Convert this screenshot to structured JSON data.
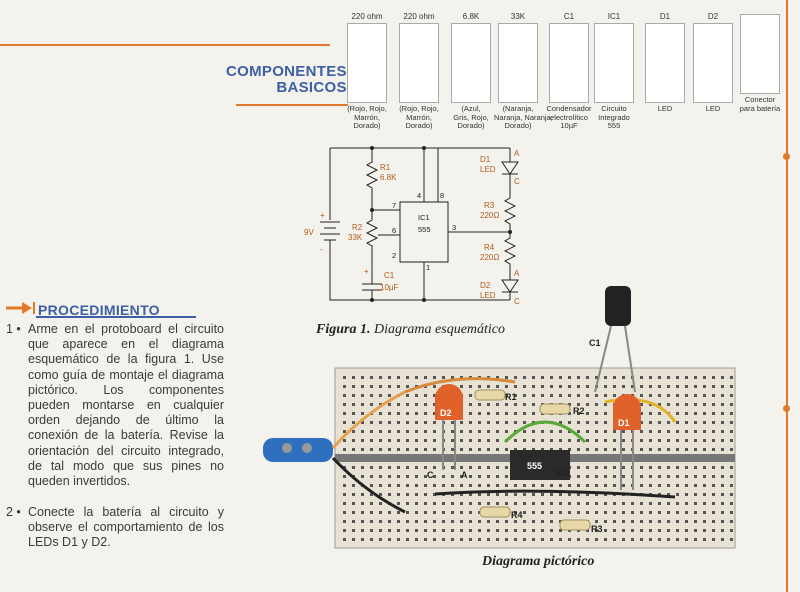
{
  "components": {
    "title_line1": "COMPONENTES",
    "title_line2": "BASICOS",
    "items": [
      {
        "top": "220 ohm",
        "caption": [
          "(Rojo, Rojo,",
          "Marrón,",
          "Dorado)"
        ]
      },
      {
        "top": "220 ohm",
        "caption": [
          "(Rojo, Rojo,",
          "Marrón,",
          "Dorado)"
        ]
      },
      {
        "top": "6.8K",
        "caption": [
          "(Azul,",
          "Gris, Rojo,",
          "Dorado)"
        ]
      },
      {
        "top": "33K",
        "caption": [
          "(Naranja,",
          "Naranja, Naranja,",
          "Dorado)"
        ]
      },
      {
        "top": "C1",
        "caption": [
          "Condensador",
          "electrolítico",
          "10µF"
        ]
      },
      {
        "top": "IC1",
        "caption": [
          "Circuito",
          "Integrado",
          "555"
        ]
      },
      {
        "top": "D1",
        "caption": [
          "LED"
        ]
      },
      {
        "top": "D2",
        "caption": [
          "LED"
        ]
      },
      {
        "top": "",
        "caption": [
          "Conector",
          "para batería"
        ]
      }
    ]
  },
  "schematic": {
    "r1": "R1",
    "r1_val": "6.8K",
    "r2": "R2",
    "r2_val": "33K",
    "r3": "R3",
    "r3_val": "220Ω",
    "r4": "R4",
    "r4_val": "220Ω",
    "c1": "C1",
    "c1_val": "10µF",
    "d1": "D1",
    "d1_sub": "LED",
    "d2": "D2",
    "d2_sub": "LED",
    "battery": "9V",
    "ic": "IC1",
    "ic_val": "555",
    "pins": {
      "p4": "4",
      "p8": "8",
      "p7": "7",
      "p6": "6",
      "p2": "2",
      "p3": "3",
      "p1": "1"
    },
    "anode": "A",
    "cathode": "C",
    "plus": "+",
    "minus": "-"
  },
  "figure1_caption_bold": "Figura 1.",
  "figure1_caption_rest": " Diagrama esquemático",
  "procedure": {
    "heading": "PROCEDIMIENTO",
    "step1_num": "1 •",
    "step1": "Arme en el protoboard el circuito que aparece en el diagrama esquemático de la figura 1. Use como guía de montaje el diagrama pictórico. Los componentes pueden montarse en cualquier orden dejando de último la conexión de la batería. Revise la orientación del circuito integrado, de tal modo que sus pines no queden invertidos.",
    "step2_num": "2 •",
    "step2": "Conecte la batería al circuito y observe el comportamiento de los LEDs D1 y D2."
  },
  "pictorial": {
    "caption": "Diagrama pictórico",
    "c1": "C1",
    "d1": "D1",
    "d2": "D2",
    "r1": "R1",
    "r2": "R2",
    "r3": "R3",
    "r4": "R4",
    "ic": "IC1",
    "chip": "555",
    "c": "C",
    "a": "A"
  }
}
